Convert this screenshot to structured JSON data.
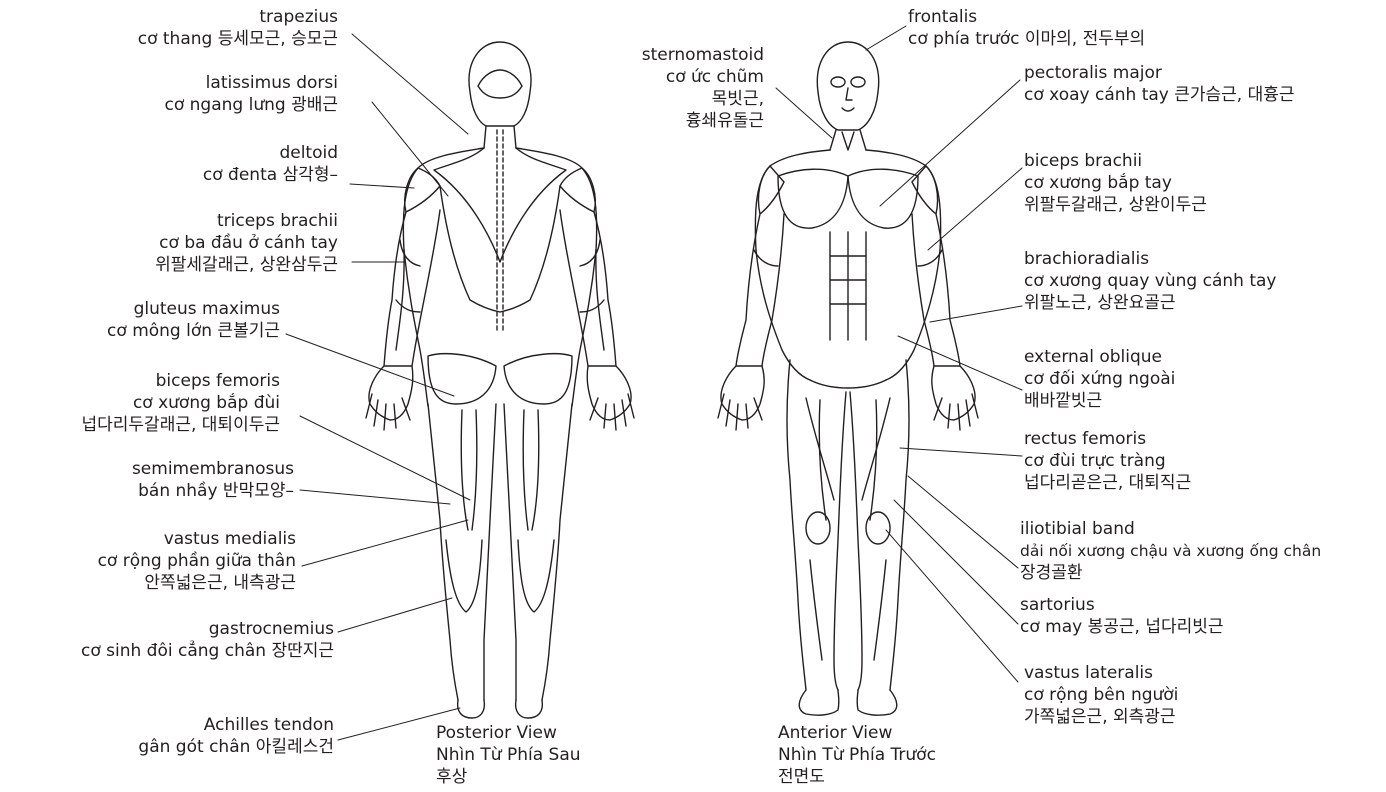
{
  "posterior": {
    "title": [
      "Posterior View",
      "Nhìn Từ Phía Sau",
      "후상"
    ],
    "labels": [
      {
        "id": "trapezius",
        "lines": [
          "trapezius",
          "cơ thang 등세모근, 승모근"
        ]
      },
      {
        "id": "latissimus-dorsi",
        "lines": [
          "latissimus dorsi",
          "cơ ngang lưng 광배근"
        ]
      },
      {
        "id": "deltoid",
        "lines": [
          "deltoid",
          "cơ đenta 삼각형–"
        ]
      },
      {
        "id": "triceps-brachii",
        "lines": [
          "triceps brachii",
          "cơ ba đầu ở cánh tay",
          "위팔세갈래근, 상완삼두근"
        ]
      },
      {
        "id": "gluteus-maximus",
        "lines": [
          "gluteus maximus",
          "cơ mông lớn 큰볼기근"
        ]
      },
      {
        "id": "biceps-femoris",
        "lines": [
          "biceps femoris",
          "cơ xương bắp đùi",
          "넙다리두갈래근, 대퇴이두근"
        ]
      },
      {
        "id": "semimembranosus",
        "lines": [
          "semimembranosus",
          "bán nhầy 반막모양–"
        ]
      },
      {
        "id": "vastus-medialis",
        "lines": [
          "vastus medialis",
          "cơ rộng phần giữa thân",
          "안쪽넓은근, 내측광근"
        ]
      },
      {
        "id": "gastrocnemius",
        "lines": [
          "gastrocnemius",
          "cơ sinh đôi cẳng chân 장딴지근"
        ]
      },
      {
        "id": "achilles-tendon",
        "lines": [
          "Achilles tendon",
          "gân gót chân 아킬레스건"
        ]
      }
    ]
  },
  "anterior": {
    "title": [
      "Anterior View",
      "Nhìn Từ Phía Trước",
      "전면도"
    ],
    "labels": [
      {
        "id": "frontalis",
        "lines": [
          "frontalis",
          "cơ phía trước 이마의, 전두부의"
        ]
      },
      {
        "id": "sternomastoid",
        "lines": [
          "sternomastoid",
          "cơ ức chũm",
          "목빗근,",
          "흉쇄유돌근"
        ]
      },
      {
        "id": "pectoralis-major",
        "lines": [
          "pectoralis major",
          "cơ xoay cánh tay 큰가슴근, 대흉근"
        ]
      },
      {
        "id": "biceps-brachii",
        "lines": [
          "biceps brachii",
          "cơ xương bắp tay",
          "위팔두갈래근, 상완이두근"
        ]
      },
      {
        "id": "brachioradialis",
        "lines": [
          "brachioradialis",
          "cơ xương quay vùng cánh tay",
          "위팔노근, 상완요골근"
        ]
      },
      {
        "id": "external-oblique",
        "lines": [
          "external oblique",
          "cơ đối xứng ngoài",
          "배바깥빗근"
        ]
      },
      {
        "id": "rectus-femoris",
        "lines": [
          "rectus femoris",
          "cơ đùi trực tràng",
          "넙다리곧은근, 대퇴직근"
        ]
      },
      {
        "id": "iliotibial-band",
        "lines": [
          "iliotibial band",
          "dải nối xương chậu và xương ống chân",
          "장경골환"
        ]
      },
      {
        "id": "sartorius",
        "lines": [
          "sartorius",
          "cơ may 봉공근, 넙다리빗근"
        ]
      },
      {
        "id": "vastus-lateralis",
        "lines": [
          "vastus lateralis",
          "cơ rộng bên người",
          "가쪽넓은근, 외측광근"
        ]
      }
    ]
  }
}
